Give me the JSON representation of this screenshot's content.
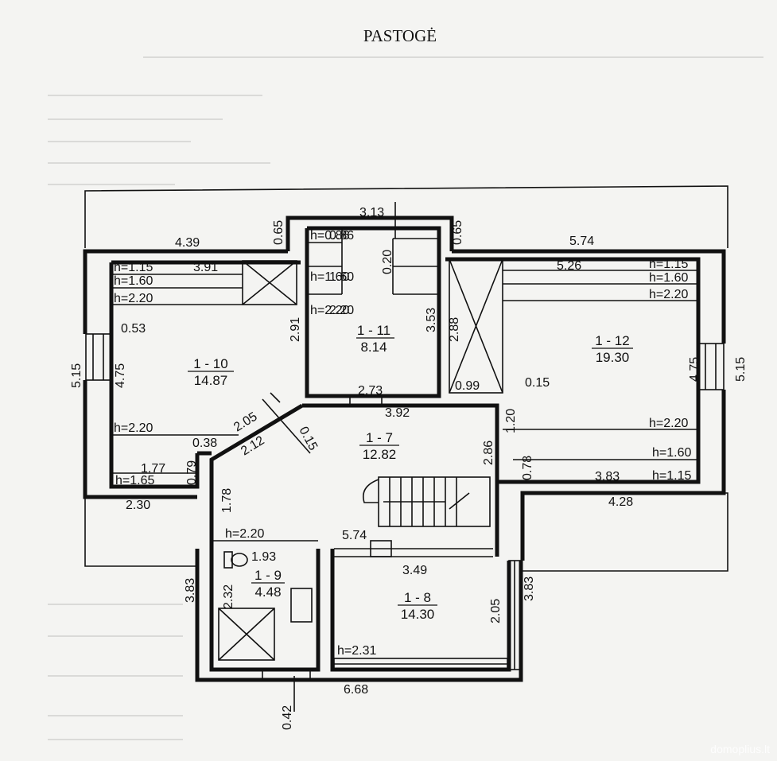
{
  "title": "PASTOGĖ",
  "watermark": "domoplius.lt",
  "rooms": [
    {
      "id": "1 - 10",
      "area": "14.87"
    },
    {
      "id": "1 - 11",
      "area": "8.14"
    },
    {
      "id": "1 - 12",
      "area": "19.30"
    },
    {
      "id": "1 - 7",
      "area": "12.82"
    },
    {
      "id": "1 - 9",
      "area": "4.48"
    },
    {
      "id": "1 - 8",
      "area": "14.30"
    }
  ],
  "dimensions": [
    "3.13",
    "0.65",
    "0.65",
    "4.39",
    "5.74",
    "0.86",
    "0.20",
    "3.91",
    "5.26",
    "1.60",
    "2.20",
    "3.53",
    "2.88",
    "2.91",
    "0.53",
    "5.15",
    "4.75",
    "4.75",
    "5.15",
    "2.73",
    "3.92",
    "0.99",
    "0.15",
    "1.20",
    "2.05",
    "2.12",
    "0.15",
    "0.38",
    "2.86",
    "0.79",
    "1.77",
    "0.78",
    "3.83",
    "2.30",
    "4.28",
    "1.78",
    "5.74",
    "1.93",
    "3.49",
    "3.83",
    "3.83",
    "2.32",
    "2.05",
    "6.68",
    "0.42"
  ],
  "heights": [
    "h=0.86",
    "h=1.60",
    "h=2.20",
    "h=1.15",
    "h=1.60",
    "h=2.20",
    "h=1.15",
    "h=1.60",
    "h=2.20",
    "h=2.20",
    "h=1.65",
    "h=2.20",
    "h=1.60",
    "h=1.15",
    "h=2.20",
    "h=2.31"
  ]
}
